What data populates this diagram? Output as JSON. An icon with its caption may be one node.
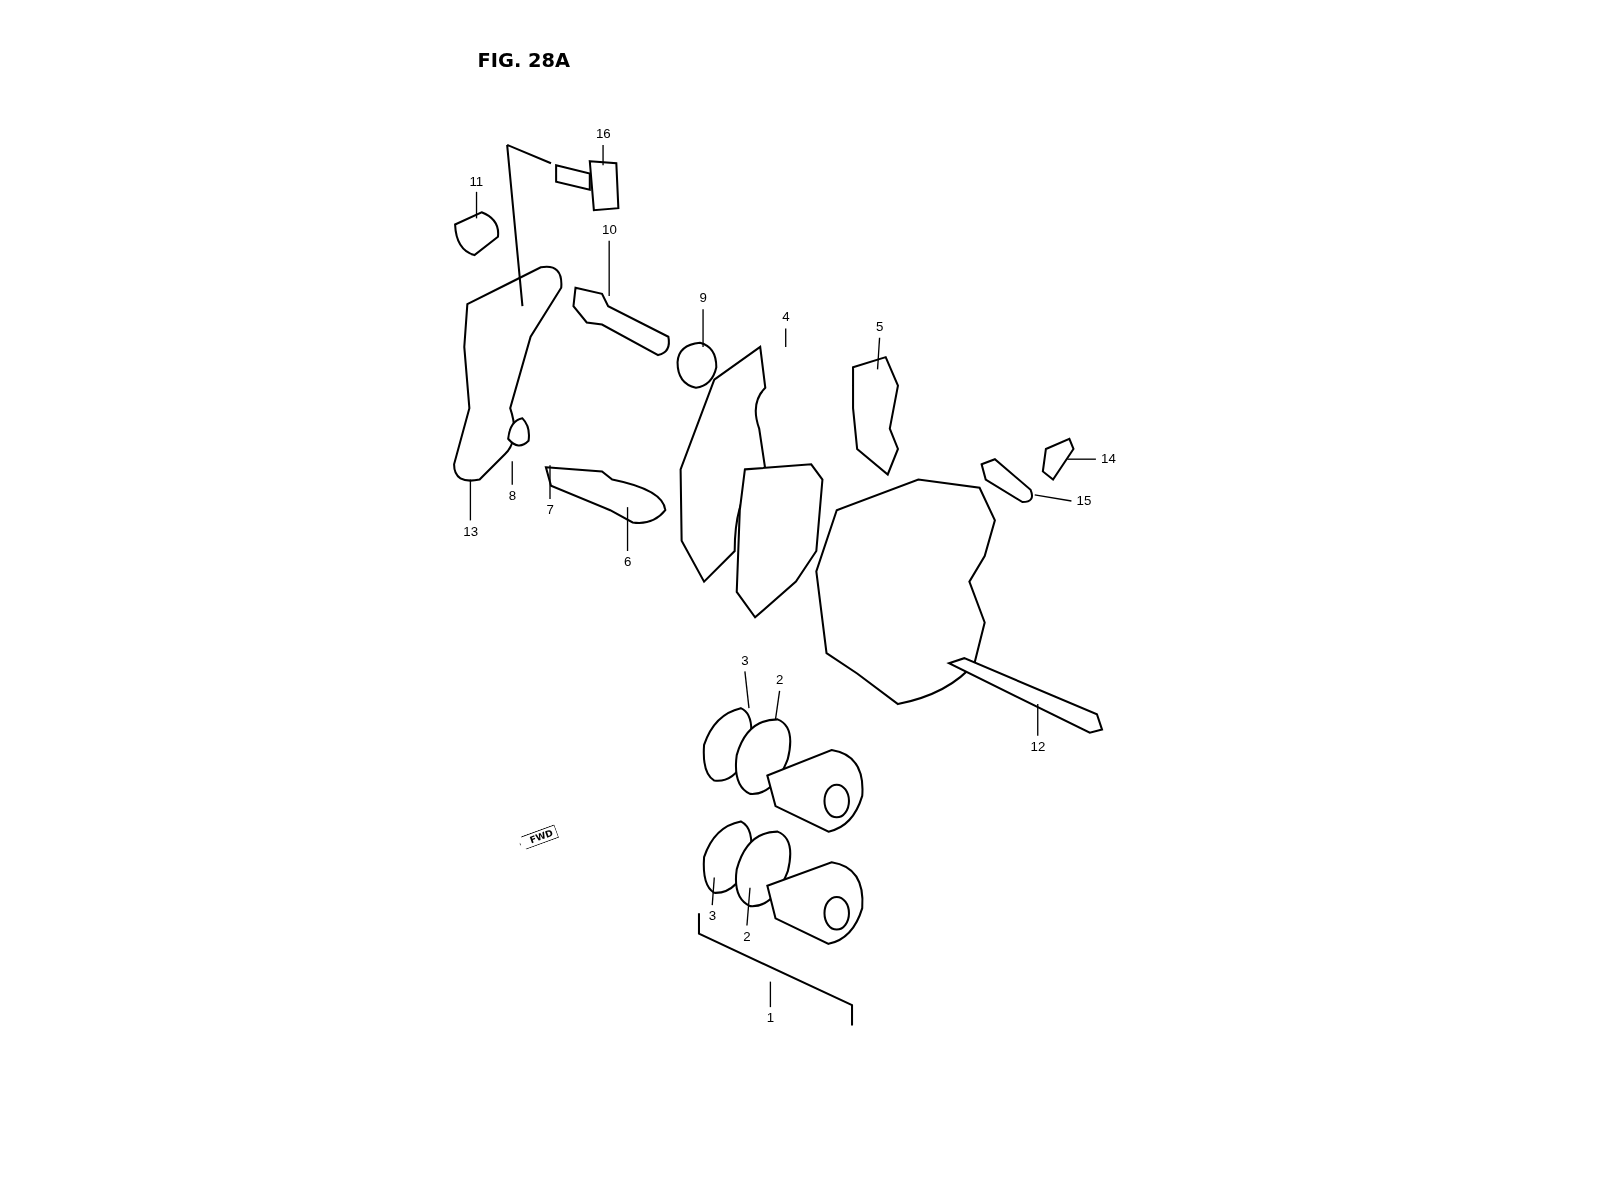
{
  "diagram": {
    "title": "FIG. 28A",
    "nodes": [
      {
        "text": [
          "16"
        ]
      },
      {
        "text": [
          "11"
        ]
      },
      {
        "text": [
          "10"
        ]
      },
      {
        "text": [
          "9"
        ]
      },
      {
        "text": [
          "4"
        ]
      },
      {
        "text": [
          "5"
        ]
      },
      {
        "text": [
          "14"
        ]
      },
      {
        "text": [
          "15"
        ]
      },
      {
        "text": [
          "13"
        ]
      },
      {
        "text": [
          "8"
        ]
      },
      {
        "text": [
          "7"
        ]
      },
      {
        "text": [
          "6"
        ]
      },
      {
        "text": [
          "3"
        ]
      },
      {
        "text": [
          "2"
        ]
      },
      {
        "text": [
          "12"
        ]
      },
      {
        "text": [
          "3"
        ]
      },
      {
        "text": [
          "2"
        ]
      },
      {
        "text": [
          "1"
        ]
      }
    ],
    "edges": [
      {
        "from": 0,
        "to": null,
        "arrow": "none"
      },
      {
        "from": 1,
        "to": null,
        "arrow": "none"
      },
      {
        "from": 2,
        "to": null,
        "arrow": "none"
      },
      {
        "from": 3,
        "to": null,
        "arrow": "none"
      },
      {
        "from": 4,
        "to": null,
        "arrow": "none"
      },
      {
        "from": 5,
        "to": null,
        "arrow": "none"
      },
      {
        "from": 6,
        "to": null,
        "arrow": "none"
      },
      {
        "from": 7,
        "to": null,
        "arrow": "none"
      },
      {
        "from": 8,
        "to": null,
        "arrow": "none"
      },
      {
        "from": 9,
        "to": null,
        "arrow": "none"
      },
      {
        "from": 10,
        "to": null,
        "arrow": "none"
      },
      {
        "from": 11,
        "to": null,
        "arrow": "none"
      },
      {
        "from": 12,
        "to": null,
        "arrow": "none"
      },
      {
        "from": 13,
        "to": null,
        "arrow": "none"
      },
      {
        "from": 14,
        "to": null,
        "arrow": "none"
      },
      {
        "from": 15,
        "to": null,
        "arrow": "none"
      },
      {
        "from": 16,
        "to": null,
        "arrow": "none"
      },
      {
        "from": 17,
        "to": null,
        "arrow": "none"
      }
    ],
    "labels": [
      "FWD"
    ]
  }
}
